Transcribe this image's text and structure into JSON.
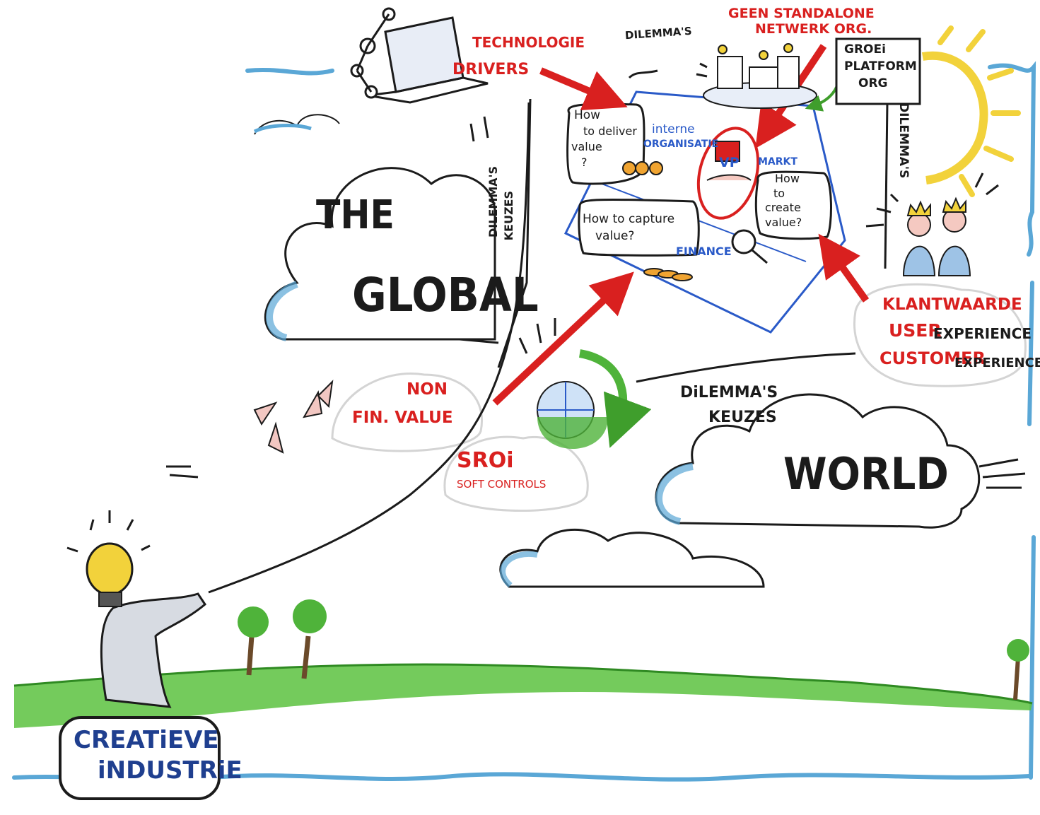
{
  "labels": {
    "technologie": "TECHNOLOGIE",
    "drivers": "DRIVERS",
    "dilemmas_top": "DILEMMA'S",
    "geen_line1": "GEEN STANDALONE",
    "geen_line2": "NETWERK ORG.",
    "groei_line1": "GROEi",
    "groei_line2": "PLATFORM",
    "groei_line3": "ORG",
    "dilemmas_right": "DILEMMA'S",
    "dilemmas_keuzes_left_1": "DILEMMA'S",
    "dilemmas_keuzes_left_2": "KEUZES",
    "the": "THE",
    "global": "GLOBAL",
    "world": "WORLD",
    "dilemmas_lower": "DiLEMMA'S",
    "keuzes_lower": "KEUZES",
    "non": "NON",
    "fin_value": "FIN. VALUE",
    "sroi": "SROi",
    "soft_controls": "SOFT CONTROLS",
    "klantwaarde": "KLANTWAARDE",
    "user": "USER",
    "user_exp": "EXPERIENCE",
    "customer": "CUSTOMER",
    "customer_exp": "EXPERIENCE",
    "creatieve": "CREATiEVE",
    "industrie": "iNDUSTRiE"
  },
  "canvas_box": {
    "deliver_1": "How",
    "deliver_2": "to deliver",
    "deliver_3": "value",
    "deliver_4": "?",
    "interne_1": "interne",
    "interne_2": "ORGANISATIE",
    "vp": "VP",
    "markt": "MARKT",
    "create_1": "How",
    "create_2": "to",
    "create_3": "create",
    "create_4": "value?",
    "capture_1": "How to capture",
    "capture_2": "value?",
    "finance": "FINANCE"
  },
  "colors": {
    "red": "#d9201f",
    "blue": "#2a5ac8",
    "sky_blue": "#5aa7d6",
    "green": "#4fb33a",
    "yellow": "#f2d23b",
    "navy": "#1f3f8f"
  }
}
